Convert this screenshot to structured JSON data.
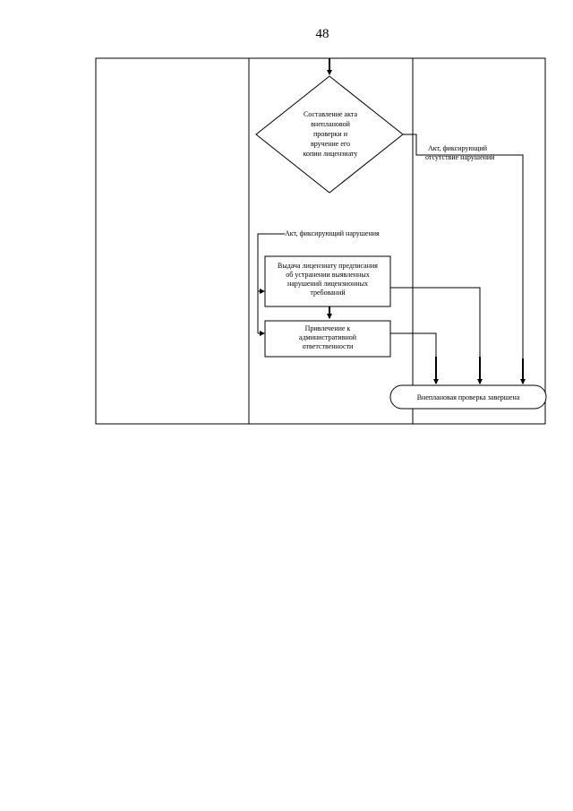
{
  "page": {
    "number": "48"
  },
  "diagram": {
    "decision": {
      "lines": [
        "Составление акта",
        "внеплановой",
        "проверки и",
        "вручение его",
        "копии лицензиату"
      ]
    },
    "branch_no_violations": {
      "lines": [
        "Акт, фиксирующий",
        "отсутствие нарушений"
      ]
    },
    "branch_violations": {
      "label": "Акт, фиксирующий нарушения"
    },
    "process_order": {
      "lines": [
        "Выдача лицензиату предписания",
        "об устранении выявленных",
        "нарушений лицензионных",
        "требований"
      ]
    },
    "process_liability": {
      "lines": [
        "Привлечение к",
        "административной",
        "ответственности"
      ]
    },
    "terminal": {
      "label": "Внеплановая проверка завершена"
    }
  }
}
